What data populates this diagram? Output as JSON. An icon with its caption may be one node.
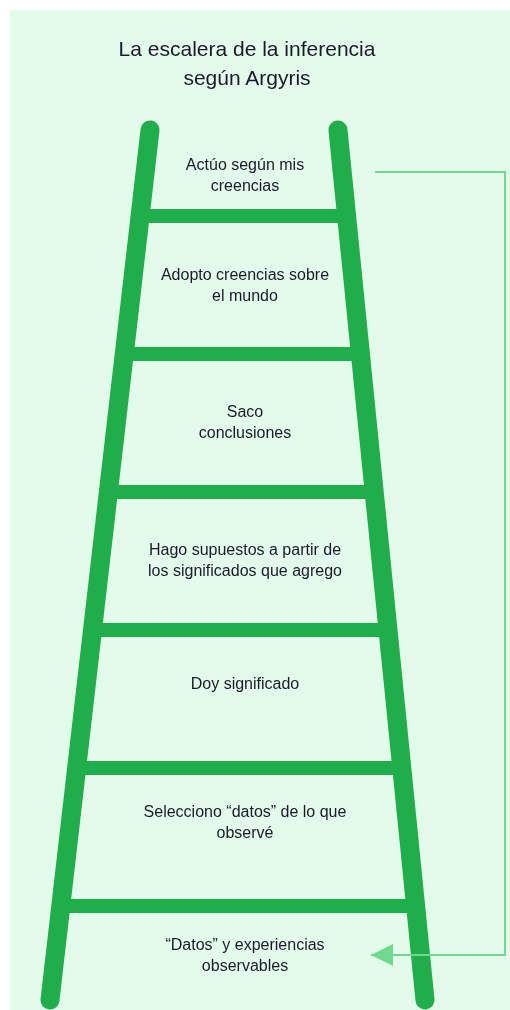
{
  "diagram": {
    "title": "La escalera de la inferencia según Argyris",
    "nodes": [
      {
        "text": [
          "Actúo según mis creencias"
        ]
      },
      {
        "text": [
          "Adopto creencias sobre el mundo"
        ]
      },
      {
        "text": [
          "Saco conclusiones"
        ]
      },
      {
        "text": [
          "Hago supuestos a partir de los significados que agrego"
        ]
      },
      {
        "text": [
          "Doy significado"
        ]
      },
      {
        "text": [
          "Selecciono “datos” de lo que observé"
        ]
      },
      {
        "text": [
          "“Datos” y experiencias observables"
        ]
      }
    ],
    "edges": [
      {
        "from": 0,
        "to": 6,
        "arrow": "to"
      }
    ]
  }
}
